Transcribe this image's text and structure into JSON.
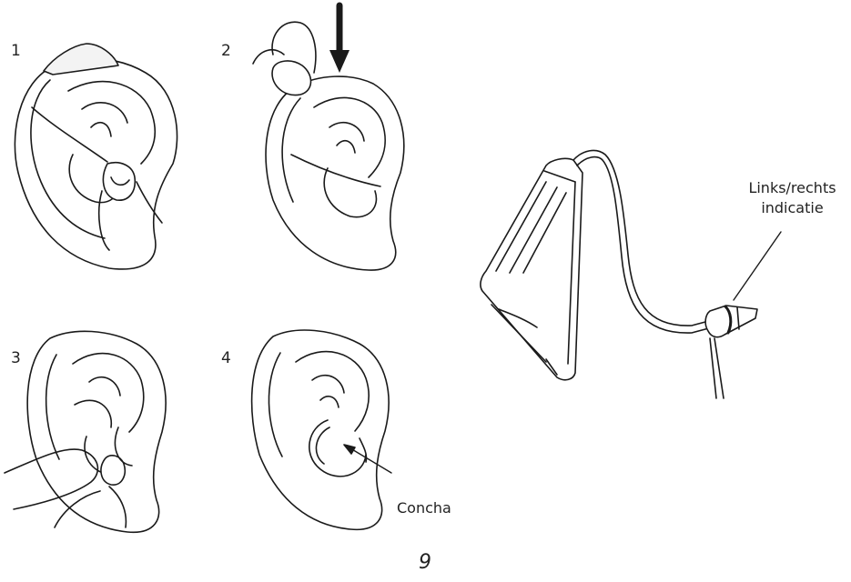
{
  "steps": [
    "1",
    "2",
    "3",
    "4"
  ],
  "labels": {
    "side_indicator_line1": "Links/rechts",
    "side_indicator_line2": "indicatie",
    "concha": "Concha"
  },
  "page_number": "9",
  "colors": {
    "ink": "#1a1a1a",
    "background": "#ffffff"
  }
}
